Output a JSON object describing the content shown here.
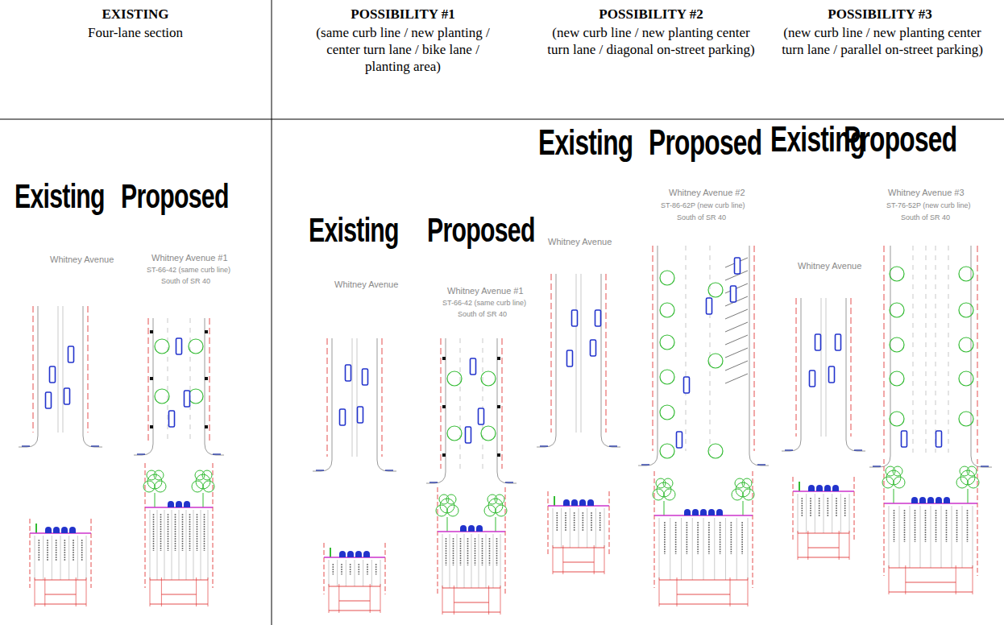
{
  "diagram": {
    "labels": [
      "EXISTING",
      "Four-lane section",
      "POSSIBILITY #1",
      "(same curb line /  new planting / center turn lane / bike lane / planting area)",
      "POSSIBILITY #2",
      "(new curb line / new planting center turn lane / diagonal on-street parking)",
      "POSSIBILITY #3",
      "(new curb line / new planting center turn lane / parallel on-street parking)",
      "Existing",
      "Proposed",
      "Whitney Avenue",
      "Whitney Avenue #1",
      "ST-66-42 (same curb line)",
      "South of SR 40",
      "Existing",
      "Proposed",
      "Whitney Avenue",
      "Whitney Avenue #1",
      "ST-66-42 (same curb line)",
      "South of SR 40",
      "Existing",
      "Proposed",
      "Whitney Avenue",
      "Whitney Avenue #2",
      "ST-86-62P (new curb line)",
      "South of SR 40",
      "Existing",
      "Proposed",
      "Whitney Avenue",
      "Whitney Avenue #3",
      "ST-76-52P (new curb line)",
      "South of SR 40"
    ]
  }
}
